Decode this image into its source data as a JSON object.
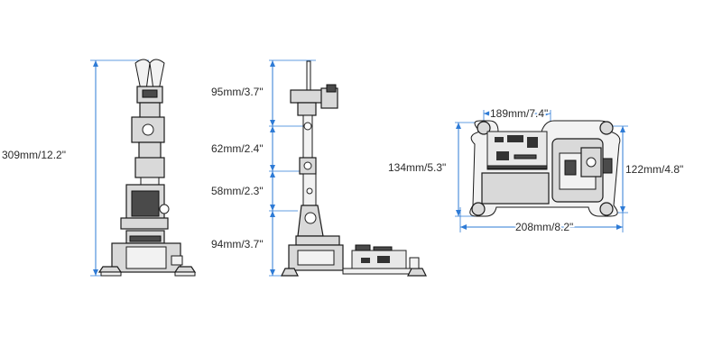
{
  "colors": {
    "dimension": "#2e7bd6",
    "text": "#2b2b2b",
    "outline": "#1a1a1a"
  },
  "front_view": {
    "total_height": "309mm/12.2\""
  },
  "side_view": {
    "dims": [
      "95mm/3.7\"",
      "62mm/2.4\"",
      "58mm/2.3\"",
      "94mm/3.7\""
    ]
  },
  "top_view": {
    "width_top": "189mm/7.4\"",
    "width_bottom": "208mm/8.2\"",
    "height_left": "134mm/5.3\"",
    "height_right": "122mm/4.8\""
  }
}
